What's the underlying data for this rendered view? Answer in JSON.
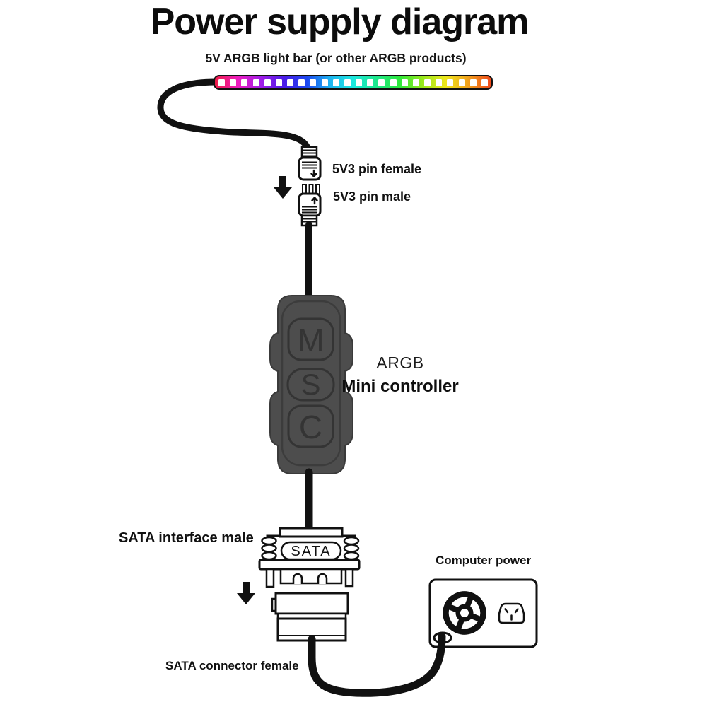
{
  "title": "Power supply diagram",
  "strip": {
    "label": "5V ARGB light bar (or other ARGB products)",
    "led_count": 24,
    "colors": [
      "#ee1c45",
      "#ee1cc0",
      "#a01ce8",
      "#4a1ce8",
      "#1c48f0",
      "#1cb4f0",
      "#1ce8e0",
      "#1ce88c",
      "#2ce83c",
      "#96e81c",
      "#eee81c",
      "#f0a01c",
      "#f0481c"
    ]
  },
  "flow": {
    "female_connector_label": "5V3 pin female",
    "male_connector_label": "5V3 pin male"
  },
  "controller": {
    "name_line1": "ARGB",
    "name_line2": "Mini controller",
    "buttons": [
      "M",
      "S",
      "C"
    ]
  },
  "sata": {
    "male_label": "SATA interface male",
    "plug_text": "SATA",
    "female_label": "SATA connector female"
  },
  "power_supply": {
    "label": "Computer power"
  },
  "icons": {
    "flow_arrow": "down-arrow",
    "psu_fan": "fan",
    "psu_inlet": "power-socket"
  },
  "colors": {
    "line": "#111111",
    "controller_body": "#4d4d4d",
    "controller_detail": "#343434"
  }
}
